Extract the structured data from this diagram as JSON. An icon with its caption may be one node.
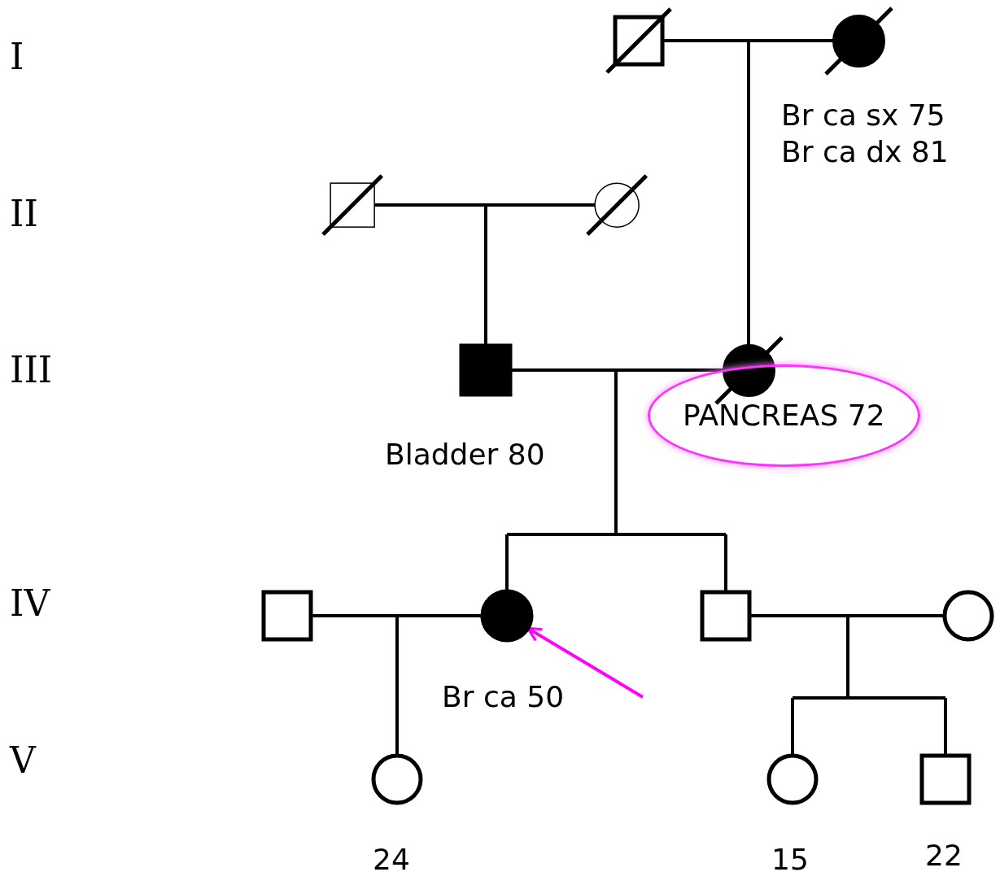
{
  "diagram": {
    "nodes": [
      {
        "text": [],
        "shape": "box"
      },
      {
        "text": [],
        "shape": "circle",
        "beside": [
          "Br ca sx 75",
          "Br ca dx 81"
        ]
      },
      {
        "text": [],
        "shape": "box"
      },
      {
        "text": [],
        "shape": "circle"
      },
      {
        "text": [],
        "shape": "box",
        "beside": [
          "Bladder 80"
        ]
      },
      {
        "text": [],
        "shape": "circle",
        "beside": [
          "PANCREAS 72"
        ]
      },
      {
        "text": [],
        "shape": "box"
      },
      {
        "text": [],
        "shape": "circle",
        "beside": [
          "Br ca 50"
        ]
      },
      {
        "text": [],
        "shape": "box"
      },
      {
        "text": [],
        "shape": "circle"
      },
      {
        "text": [],
        "shape": "circle",
        "beside": [
          "24"
        ]
      },
      {
        "text": [],
        "shape": "circle",
        "beside": [
          "15"
        ]
      },
      {
        "text": [],
        "shape": "box",
        "beside": [
          "22"
        ]
      }
    ],
    "edges": [
      {
        "from": 0,
        "to": 1,
        "arrow": "none"
      },
      {
        "from": 0,
        "to": 5,
        "arrow": "none"
      },
      {
        "from": 1,
        "to": 5,
        "arrow": "none"
      },
      {
        "from": 2,
        "to": 3,
        "arrow": "none"
      },
      {
        "from": 2,
        "to": 4,
        "arrow": "none"
      },
      {
        "from": 3,
        "to": 4,
        "arrow": "none"
      },
      {
        "from": 4,
        "to": 5,
        "arrow": "none"
      },
      {
        "from": 4,
        "to": 7,
        "arrow": "none"
      },
      {
        "from": 5,
        "to": 7,
        "arrow": "none"
      },
      {
        "from": 4,
        "to": 8,
        "arrow": "none"
      },
      {
        "from": 5,
        "to": 8,
        "arrow": "none"
      },
      {
        "from": 6,
        "to": 7,
        "arrow": "none"
      },
      {
        "from": 6,
        "to": 10,
        "arrow": "none"
      },
      {
        "from": 7,
        "to": 10,
        "arrow": "none"
      },
      {
        "from": 8,
        "to": 9,
        "arrow": "none"
      },
      {
        "from": 8,
        "to": 11,
        "arrow": "none"
      },
      {
        "from": 9,
        "to": 11,
        "arrow": "none"
      },
      {
        "from": 8,
        "to": 12,
        "arrow": "none"
      },
      {
        "from": 9,
        "to": 12,
        "arrow": "none"
      },
      {
        "from": null,
        "to": 7,
        "arrow": "to",
        "color": "#ff00ff"
      }
    ],
    "labels": [
      "I",
      "II",
      "III",
      "IV",
      "V"
    ]
  }
}
